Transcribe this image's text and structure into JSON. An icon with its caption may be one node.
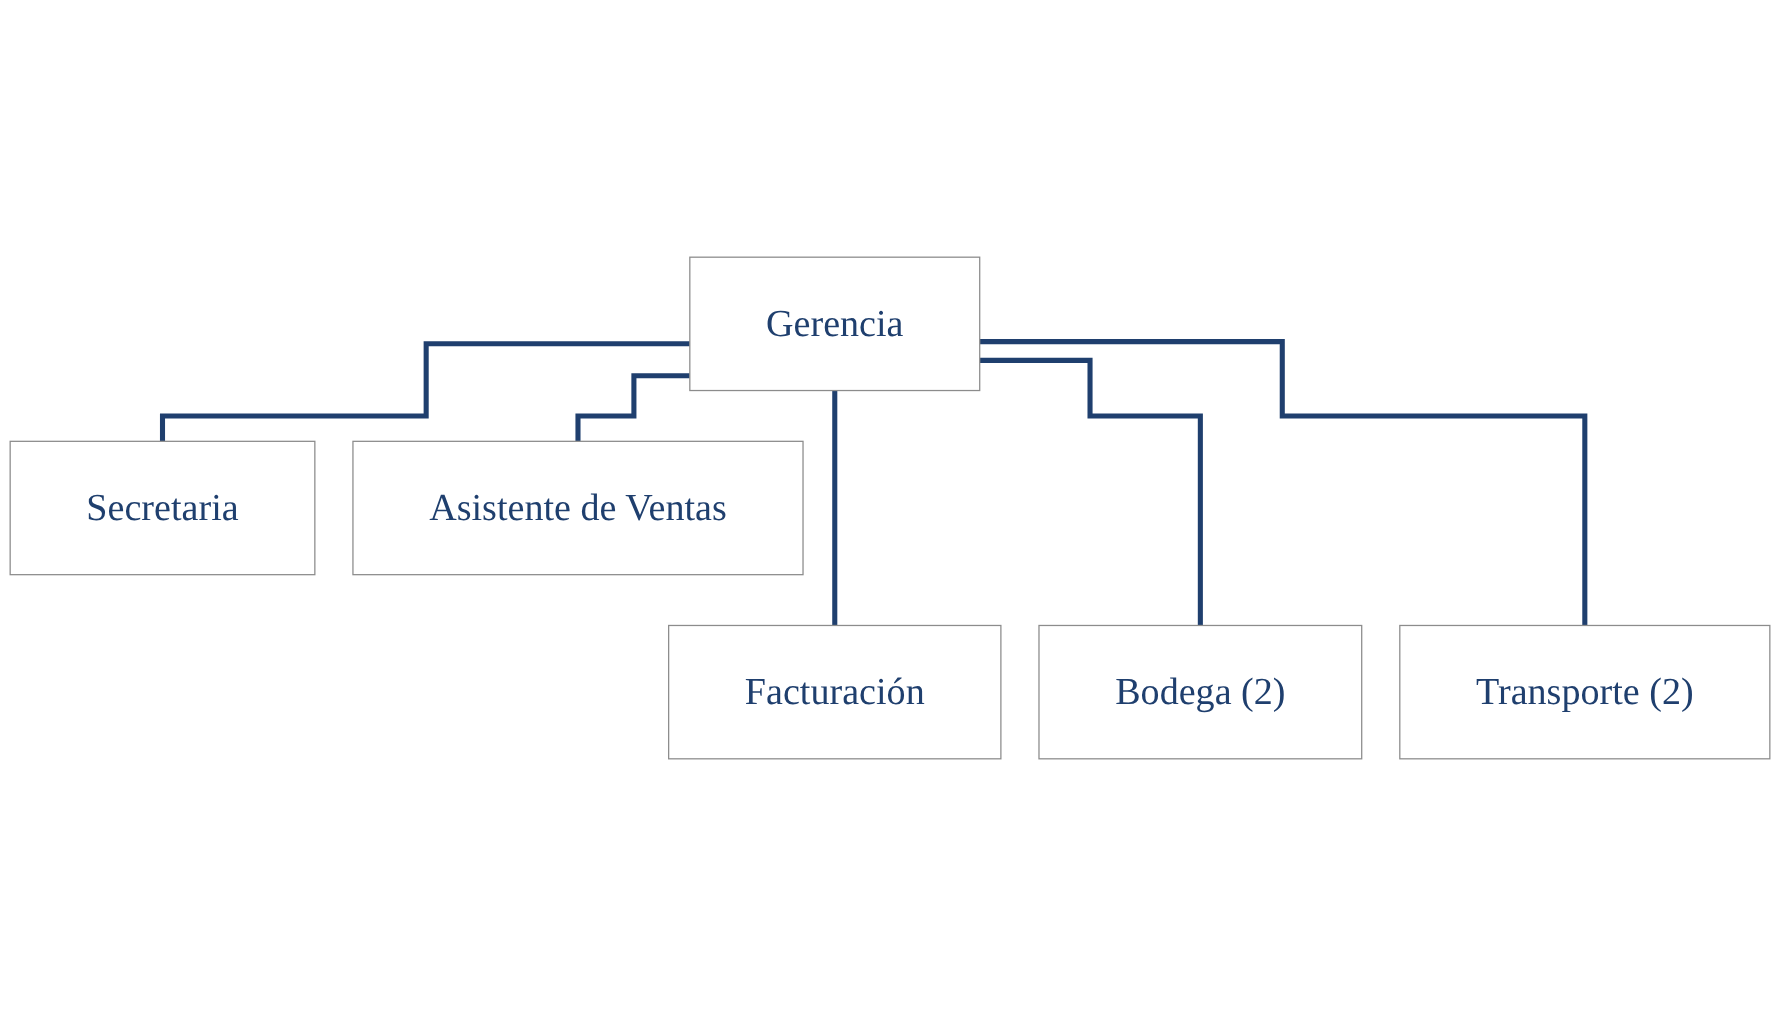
{
  "diagram": {
    "nodes": [
      {
        "text": [
          "Gerencia"
        ]
      },
      {
        "text": [
          "Secretaria"
        ]
      },
      {
        "text": [
          "Asistente de Ventas"
        ]
      },
      {
        "text": [
          "Facturación"
        ]
      },
      {
        "text": [
          "Bodega (2)"
        ]
      },
      {
        "text": [
          "Transporte (2)"
        ]
      }
    ],
    "edges": [
      {
        "from": 0,
        "to": 1,
        "arrow": "none"
      },
      {
        "from": 0,
        "to": 2,
        "arrow": "none"
      },
      {
        "from": 0,
        "to": 3,
        "arrow": "none"
      },
      {
        "from": 0,
        "to": 4,
        "arrow": "none"
      },
      {
        "from": 0,
        "to": 5,
        "arrow": "none"
      }
    ]
  }
}
